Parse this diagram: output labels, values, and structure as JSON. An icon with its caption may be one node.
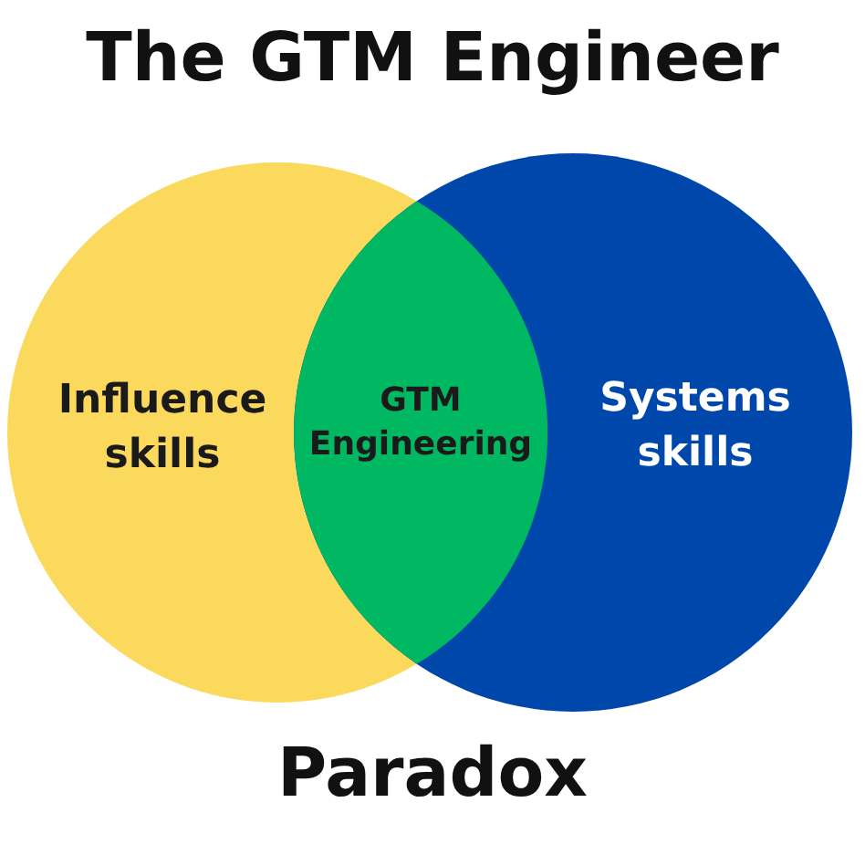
{
  "diagram": {
    "title": "The GTM Engineer",
    "caption": "Paradox",
    "nodes": [
      {
        "text": [
          "Influence skills"
        ]
      },
      {
        "text": [
          "Systems skills"
        ]
      },
      {
        "text": [
          "GTM Engineering"
        ]
      }
    ]
  }
}
